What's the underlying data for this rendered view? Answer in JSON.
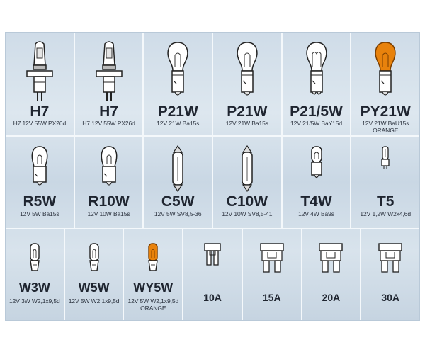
{
  "rows": [
    [
      {
        "name": "H7",
        "spec": "H7 12V 55W PX26d",
        "icon": "h7-halogen-bulb-icon"
      },
      {
        "name": "H7",
        "spec": "H7 12V 55W PX26d",
        "icon": "h7-halogen-bulb-icon"
      },
      {
        "name": "P21W",
        "spec": "12V 21W Ba15s",
        "icon": "p21w-bulb-icon"
      },
      {
        "name": "P21W",
        "spec": "12V 21W Ba15s",
        "icon": "p21w-bulb-icon"
      },
      {
        "name": "P21/5W",
        "spec": "12V 21/5W BaY15d",
        "icon": "p21-5w-bulb-icon"
      },
      {
        "name": "PY21W",
        "spec": "12V 21W BaU15s",
        "spec2": "ORANGE",
        "icon": "py21w-orange-bulb-icon"
      }
    ],
    [
      {
        "name": "R5W",
        "spec": "12V 5W Ba15s",
        "icon": "r5w-bulb-icon"
      },
      {
        "name": "R10W",
        "spec": "12V 10W Ba15s",
        "icon": "r10w-bulb-icon"
      },
      {
        "name": "C5W",
        "spec": "12V 5W SV8,5-36",
        "icon": "c5w-festoon-bulb-icon"
      },
      {
        "name": "C10W",
        "spec": "12V 10W SV8,5-41",
        "icon": "c10w-festoon-bulb-icon"
      },
      {
        "name": "T4W",
        "spec": "12V 4W Ba9s",
        "icon": "t4w-bulb-icon"
      },
      {
        "name": "T5",
        "spec": "12V 1,2W W2x4,6d",
        "icon": "t5-bulb-icon"
      }
    ],
    [
      {
        "name": "W3W",
        "spec": "12V 3W W2,1x9,5d",
        "icon": "w3w-wedge-bulb-icon"
      },
      {
        "name": "W5W",
        "spec": "12V 5W W2,1x9,5d",
        "icon": "w5w-wedge-bulb-icon"
      },
      {
        "name": "WY5W",
        "spec": "12V 5W W2,1x9,5d",
        "spec2": "ORANGE",
        "icon": "wy5w-orange-wedge-bulb-icon"
      },
      {
        "name": "10A",
        "icon": "mini-fuse-icon"
      },
      {
        "name": "15A",
        "icon": "blade-fuse-icon"
      },
      {
        "name": "20A",
        "icon": "blade-fuse-icon"
      },
      {
        "name": "30A",
        "icon": "blade-fuse-icon"
      }
    ]
  ],
  "colors": {
    "orange": "#e8820c",
    "text": "#1f2530",
    "background": "#d3dfe9"
  }
}
